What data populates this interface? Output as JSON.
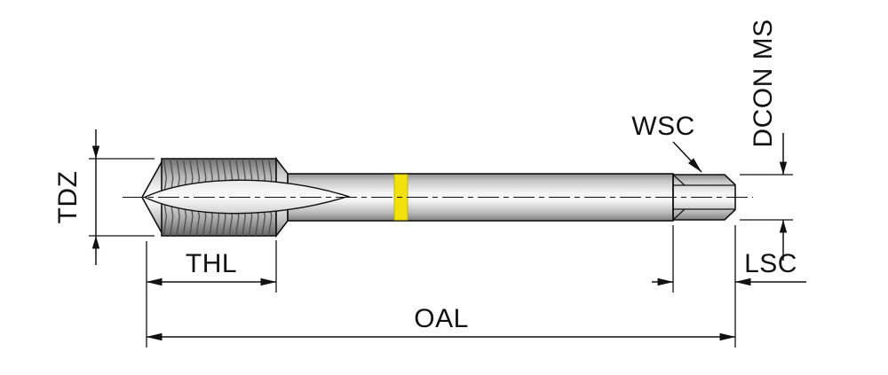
{
  "drawing": {
    "labels": {
      "tdz": "TDZ",
      "thl": "THL",
      "oal": "OAL",
      "wsc": "WSC",
      "dcon_ms": "DCON MS",
      "lsc": "LSC"
    },
    "colors": {
      "line": "#111111",
      "band": "#f0e20a",
      "background": "#ffffff"
    }
  }
}
